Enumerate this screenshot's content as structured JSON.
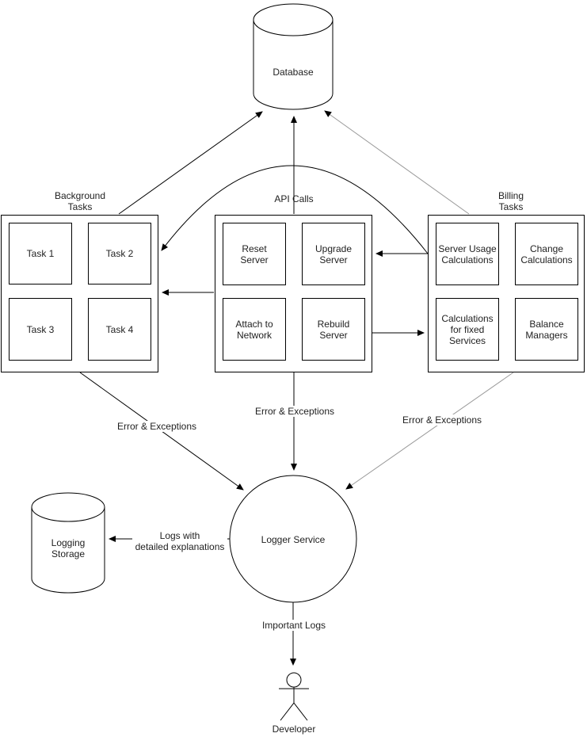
{
  "colors": {
    "line": "#000000",
    "gray_line": "#999999",
    "text": "#1f1f1f",
    "background": "#ffffff"
  },
  "nodes": {
    "database": {
      "label": "Database"
    },
    "logger": {
      "label": "Logger Service"
    },
    "logging_storage": {
      "label": "Logging\nStorage"
    },
    "developer": {
      "label": "Developer"
    }
  },
  "groups": {
    "background": {
      "label": "Background\nTasks",
      "items": [
        {
          "label": "Task 1"
        },
        {
          "label": "Task 2"
        },
        {
          "label": "Task 3"
        },
        {
          "label": "Task 4"
        }
      ]
    },
    "api": {
      "label": "API Calls",
      "items": [
        {
          "label": "Reset\nServer"
        },
        {
          "label": "Upgrade\nServer"
        },
        {
          "label": "Attach to\nNetwork"
        },
        {
          "label": "Rebuild\nServer"
        }
      ]
    },
    "billing": {
      "label": "Billing\nTasks",
      "items": [
        {
          "label": "Server Usage\nCalculations"
        },
        {
          "label": "Change\nCalculations"
        },
        {
          "label": "Calculations\nfor fixed\nServices"
        },
        {
          "label": "Balance\nManagers"
        }
      ]
    }
  },
  "edges": {
    "error_background": {
      "label": "Error & Exceptions"
    },
    "error_api": {
      "label": "Error & Exceptions"
    },
    "error_billing": {
      "label": "Error & Exceptions"
    },
    "logs_detailed": {
      "label": "Logs with\ndetailed explanations"
    },
    "important_logs": {
      "label": "Important Logs"
    }
  }
}
